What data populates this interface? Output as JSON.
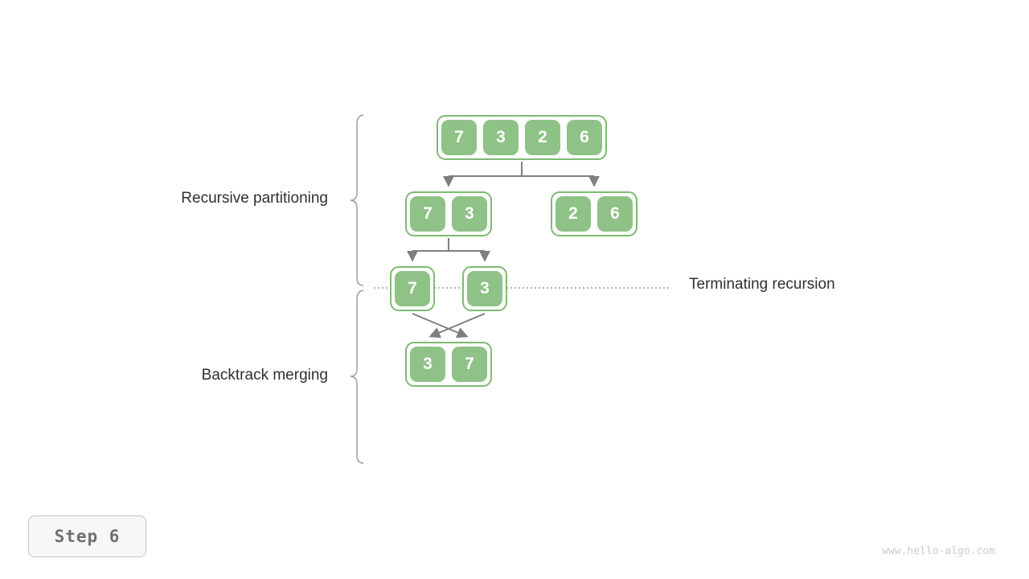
{
  "labels": {
    "recursive_partitioning": "Recursive partitioning",
    "backtrack_merging": "Backtrack merging",
    "terminating_recursion": "Terminating recursion"
  },
  "step_badge": {
    "label": "Step 6"
  },
  "watermark": {
    "text": "www.hello-algo.com"
  },
  "colors": {
    "cell_green": "#8fc286",
    "container_border": "#7dbb72",
    "arrow": "#7f7f7f",
    "dotted_line": "#9b9b9b",
    "brace": "#9a9a9a",
    "label_text": "#2f2f2f",
    "badge_bg": "#f7f7f7",
    "badge_border": "#c5c5c5",
    "badge_text": "#707070",
    "watermark_text": "#cbcbcb"
  },
  "diagram": {
    "root": {
      "values": [
        "7",
        "3",
        "2",
        "6"
      ]
    },
    "level2_left": {
      "values": [
        "7",
        "3"
      ]
    },
    "level2_right": {
      "values": [
        "2",
        "6"
      ]
    },
    "leaf_left": {
      "values": [
        "7"
      ]
    },
    "leaf_right": {
      "values": [
        "3"
      ]
    },
    "merged": {
      "values": [
        "3",
        "7"
      ]
    }
  }
}
